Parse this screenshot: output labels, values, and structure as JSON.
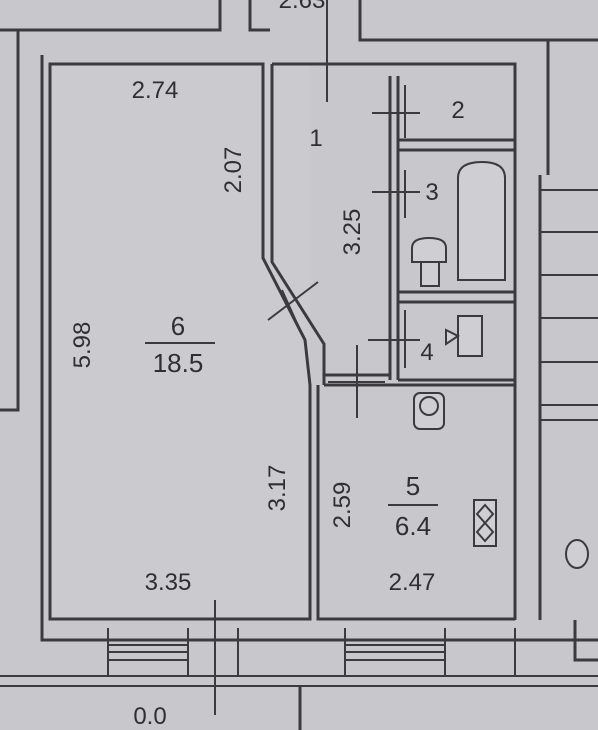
{
  "top_edge_text": "2.63",
  "rooms": [
    {
      "number": "1",
      "area": ""
    },
    {
      "number": "2",
      "area": ""
    },
    {
      "number": "3",
      "area": ""
    },
    {
      "number": "4",
      "area": ""
    },
    {
      "number": "5",
      "area": "6.4"
    },
    {
      "number": "6",
      "area": "18.5"
    }
  ],
  "dimensions": {
    "room6_top": "2.74",
    "room6_left": "5.98",
    "room6_corridor_wall": "2.07",
    "room6_bottom_right": "3.17",
    "room6_bottom": "3.35",
    "room1_depth": "3.25",
    "room5_left": "2.59",
    "room5_bottom": "2.47",
    "balcony": "0.0"
  }
}
